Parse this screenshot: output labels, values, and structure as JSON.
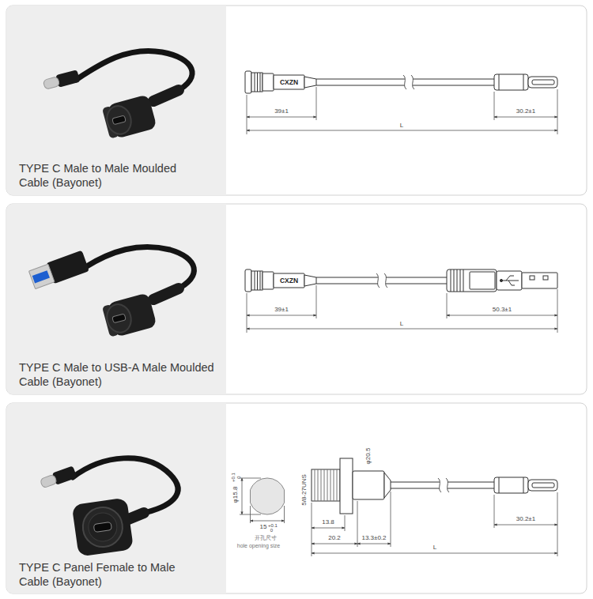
{
  "diagram": {
    "nodes": [
      {
        "text": [
          "TYPE C Male to Male Moulded Cable (Bayonet)"
        ]
      },
      {
        "text": [
          "TYPE C Male to USB-A Male Moulded Cable (Bayonet)"
        ]
      },
      {
        "text": [
          "TYPE C Panel Female to Male Cable (Bayonet)"
        ]
      }
    ],
    "labels": [
      "CXZN",
      "39±1",
      "30.2±1",
      "L",
      "CXZN",
      "39±1",
      "50.3±1",
      "L",
      "φ15.8",
      "+0.1",
      "0",
      "15",
      "+0.1",
      "0",
      "开孔尺寸",
      "hole opening size",
      "φ20.5",
      "5/8-27UNS",
      "13.8",
      "20.2",
      "13.3±0.2",
      "30.2±1",
      "L"
    ]
  }
}
